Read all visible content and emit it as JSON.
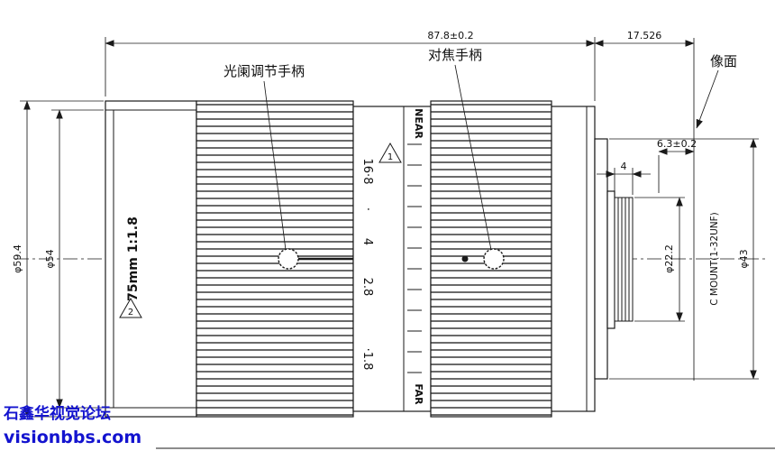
{
  "watermark": {
    "line1": "石鑫华视觉论坛",
    "line2": "visionbbs.com",
    "color": "#1313cf"
  },
  "labels": {
    "aperture_handle": "光阑调节手柄",
    "focus_handle": "对焦手柄",
    "image_plane": "像面",
    "lens_spec": "75mm 1:1.8",
    "mount": "C MOUNT(1-32UNF)",
    "near": "NEAR",
    "far": "FAR",
    "callout_1": "1",
    "callout_2": "2",
    "f_stops": [
      "16·8",
      "·",
      "4",
      "2.8",
      "·1.8"
    ]
  },
  "dimensions": {
    "total_length": "87.8±0.2",
    "flange_distance": "17.526",
    "rear_offset": "6.3±0.2",
    "thread_length": "4",
    "front_diameter": "φ59.4",
    "barrel_diameter": "φ54",
    "mount_diameter": "φ22.2",
    "rear_diameter": "φ43"
  }
}
